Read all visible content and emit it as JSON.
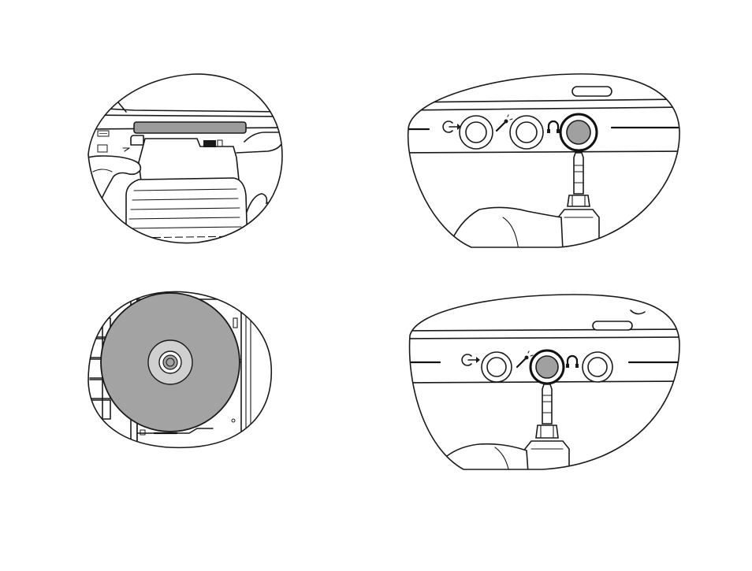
{
  "panels": [
    {
      "name": "pc-card-insertion",
      "subject": "pc-card-slot"
    },
    {
      "name": "headphone-jack-connection",
      "subject": "headphone-jack",
      "highlighted_port": "headphone"
    },
    {
      "name": "optical-disc-tray",
      "subject": "cd-tray"
    },
    {
      "name": "microphone-jack-connection",
      "subject": "microphone-jack",
      "highlighted_port": "microphone"
    }
  ],
  "colors": {
    "line": "#1a1a1a",
    "highlight_port": "#a0a0a0",
    "disc": "#a3a3a3",
    "disc_hub": "#d0d0d0",
    "slot": "#9c9c9c",
    "background": "#ffffff"
  },
  "icons": [
    "line-out-icon",
    "microphone-icon",
    "headphone-icon",
    "card-slot-label-icon",
    "eject-icon"
  ]
}
